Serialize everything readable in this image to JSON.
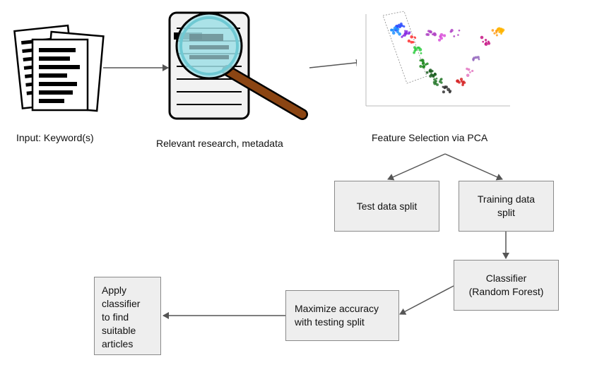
{
  "labels": {
    "input": "Input: Keyword(s)",
    "research": "Relevant research, metadata",
    "pca": "Feature Selection via PCA"
  },
  "boxes": {
    "test_split": "Test data split",
    "training_split": "Training data\nsplit",
    "classifier": "Classifier\n(Random Forest)",
    "maximize": "Maximize accuracy\nwith testing split",
    "apply": "Apply\nclassifier\nto find\nsuitable\narticles"
  },
  "colors": {
    "box_fill": "#eeeeee",
    "box_border": "#8a8a8a",
    "arrow": "#555555",
    "magnifier_handle": "#8b4513",
    "magnifier_lens": "#9fdfe6"
  },
  "icons": {
    "documents": "documents-icon",
    "magnifier": "magnifying-glass-document-icon",
    "pca_plot": "pca-scatter-plot-thumbnail"
  }
}
